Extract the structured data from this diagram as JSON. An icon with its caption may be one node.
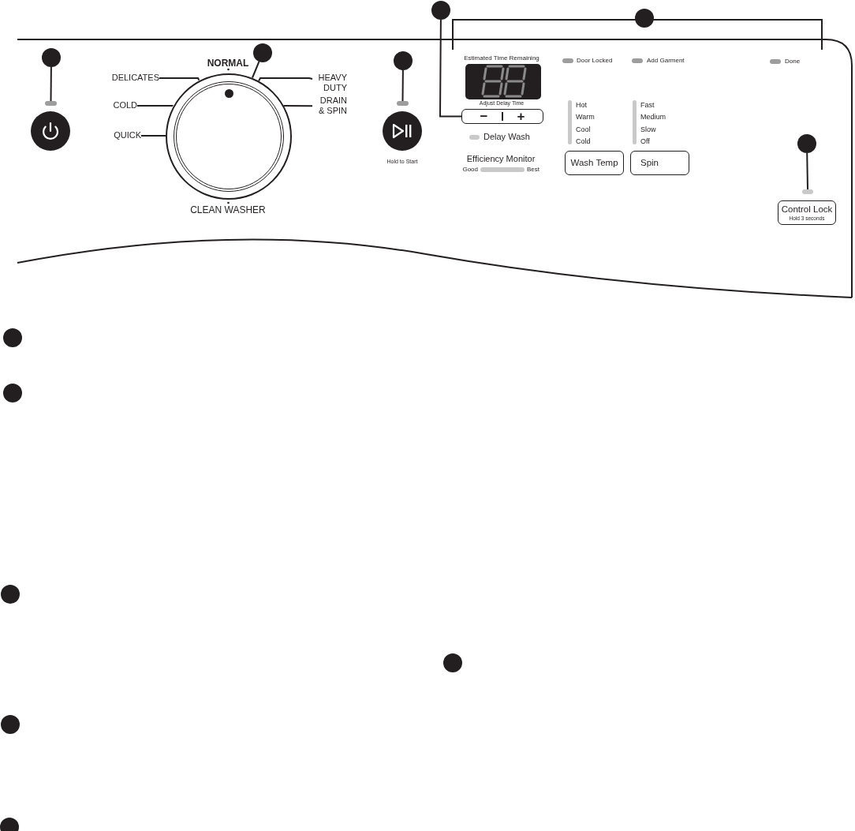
{
  "diagram": {
    "nodes": [
      {
        "text": [],
        "shape": "circle"
      },
      {
        "text": [],
        "shape": "circle"
      },
      {
        "text": [],
        "shape": "circle"
      },
      {
        "text": [],
        "shape": "circle"
      },
      {
        "text": [],
        "shape": "circle"
      },
      {
        "text": [
          "DELICATES"
        ]
      },
      {
        "text": [
          "HEAVY DUTY"
        ]
      },
      {
        "text": [],
        "shape": "circle"
      },
      {
        "text": [
          "COLD"
        ]
      },
      {
        "text": [
          "DRAIN & SPIN"
        ]
      },
      {
        "text": [
          "QUICK"
        ]
      },
      {
        "text": [],
        "shape": "bar"
      },
      {
        "text": [],
        "shape": "bar"
      },
      {
        "text": [
          "−",
          "+"
        ]
      },
      {
        "text": [
          "Wash Temp"
        ]
      },
      {
        "text": [
          "Spin"
        ]
      },
      {
        "text": [],
        "shape": "circle"
      },
      {
        "text": [],
        "shape": "bar"
      },
      {
        "text": [
          "Control Lock",
          "Hold 3 seconds"
        ]
      },
      {
        "text": [],
        "shape": "circle"
      },
      {
        "text": [],
        "shape": "circle"
      },
      {
        "text": [],
        "shape": "circle"
      },
      {
        "text": [],
        "shape": "circle"
      },
      {
        "text": [],
        "shape": "circle"
      },
      {
        "text": [],
        "shape": "circle"
      }
    ],
    "edges": [
      {
        "from": 0,
        "to": 11,
        "arrow": "none"
      },
      {
        "from": 1,
        "to": 7,
        "arrow": "none"
      },
      {
        "from": 2,
        "to": 12,
        "arrow": "none"
      },
      {
        "from": 3,
        "to": 13,
        "arrow": "none"
      },
      {
        "from": 5,
        "to": 7,
        "arrow": "none"
      },
      {
        "from": 6,
        "to": 7,
        "arrow": "none"
      },
      {
        "from": 8,
        "to": 7,
        "arrow": "none"
      },
      {
        "from": 9,
        "to": 7,
        "arrow": "none"
      },
      {
        "from": 10,
        "to": 7,
        "arrow": "none"
      },
      {
        "from": 16,
        "to": 17,
        "arrow": "none"
      }
    ],
    "labels": [
      "NORMAL",
      "Estimated Time Remaining",
      "Door Locked",
      "Add Garment",
      "Done",
      "Adjust Delay Time",
      "Hot",
      "Fast",
      "Warm",
      "Medium",
      "Cool",
      "Slow",
      "Cold",
      "Off",
      "Delay Wash",
      "Efficiency Monitor",
      "Hold to Start",
      "Good",
      "Best",
      "CLEAN WASHER"
    ]
  }
}
